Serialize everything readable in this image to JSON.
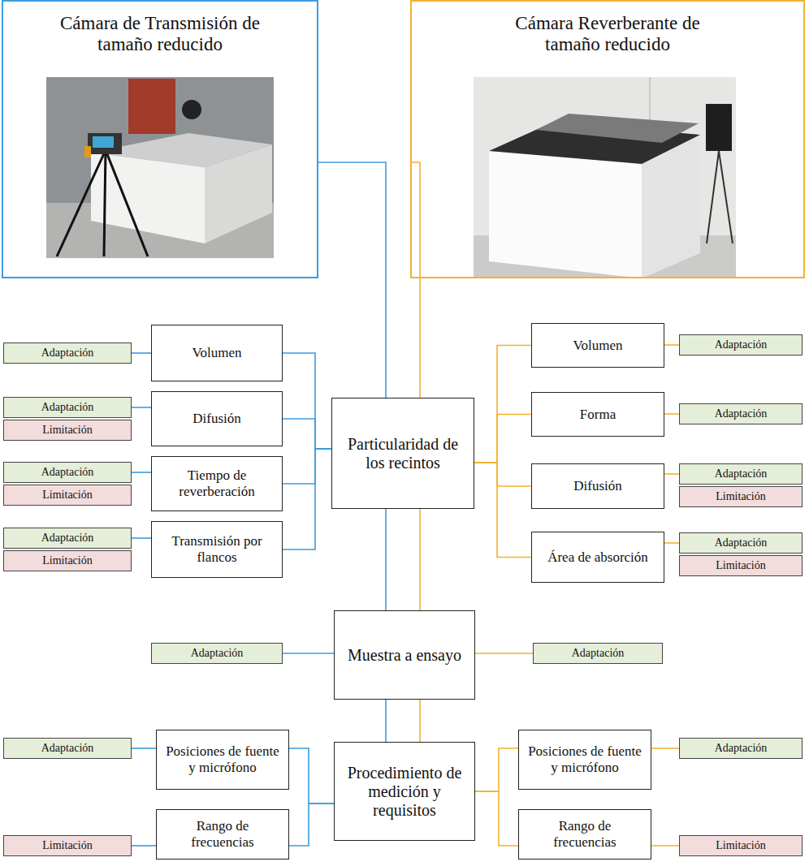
{
  "diagram": {
    "nodes": [
      {
        "text": [
          "Cámara de Transmisión de tamaño reducido"
        ]
      },
      {
        "text": [
          "Cámara Reverberante de tamaño reducido"
        ]
      },
      {
        "text": [
          "Adaptación"
        ]
      },
      {
        "text": [
          "Volumen"
        ]
      },
      {
        "text": [
          "Volumen"
        ]
      },
      {
        "text": [
          "Adaptación"
        ]
      },
      {
        "text": [
          "Forma"
        ]
      },
      {
        "text": [
          "Adaptación"
        ]
      },
      {
        "text": [
          "Adaptación"
        ]
      },
      {
        "text": [
          "Limitación"
        ]
      },
      {
        "text": [
          "Difusión"
        ]
      },
      {
        "text": [
          "Particularidad de los recintos"
        ]
      },
      {
        "text": [
          "Difusión"
        ]
      },
      {
        "text": [
          "Adaptación"
        ]
      },
      {
        "text": [
          "Limitación"
        ]
      },
      {
        "text": [
          "Adaptación"
        ]
      },
      {
        "text": [
          "Limitación"
        ]
      },
      {
        "text": [
          "Tiempo de reverberación"
        ]
      },
      {
        "text": [
          "Área de absorción"
        ]
      },
      {
        "text": [
          "Adaptación"
        ]
      },
      {
        "text": [
          "Limitación"
        ]
      },
      {
        "text": [
          "Adaptación"
        ]
      },
      {
        "text": [
          "Limitación"
        ]
      },
      {
        "text": [
          "Transmisión por flancos"
        ]
      },
      {
        "text": [
          "Adaptación"
        ]
      },
      {
        "text": [
          "Muestra a ensayo"
        ]
      },
      {
        "text": [
          "Adaptación"
        ]
      },
      {
        "text": [
          "Adaptación"
        ]
      },
      {
        "text": [
          "Posiciones de fuente y micrófono"
        ]
      },
      {
        "text": [
          "Procedimiento de medición y requisitos"
        ]
      },
      {
        "text": [
          "Posiciones de fuente y micrófono"
        ]
      },
      {
        "text": [
          "Adaptación"
        ]
      },
      {
        "text": [
          "Limitación"
        ]
      },
      {
        "text": [
          "Rango de frecuencias"
        ]
      },
      {
        "text": [
          "Rango de frecuencias"
        ]
      },
      {
        "text": [
          "Limitación"
        ]
      }
    ],
    "edges": [
      {
        "from": 0,
        "to": 11,
        "arrow": "none"
      },
      {
        "from": 1,
        "to": 11,
        "arrow": "none"
      },
      {
        "from": 11,
        "to": 3,
        "arrow": "none"
      },
      {
        "from": 11,
        "to": 10,
        "arrow": "none"
      },
      {
        "from": 11,
        "to": 17,
        "arrow": "none"
      },
      {
        "from": 11,
        "to": 23,
        "arrow": "none"
      },
      {
        "from": 11,
        "to": 4,
        "arrow": "none"
      },
      {
        "from": 11,
        "to": 6,
        "arrow": "none"
      },
      {
        "from": 11,
        "to": 12,
        "arrow": "none"
      },
      {
        "from": 11,
        "to": 18,
        "arrow": "none"
      },
      {
        "from": 2,
        "to": 3,
        "arrow": "none"
      },
      {
        "from": 8,
        "to": 10,
        "arrow": "none"
      },
      {
        "from": 15,
        "to": 17,
        "arrow": "none"
      },
      {
        "from": 21,
        "to": 23,
        "arrow": "none"
      },
      {
        "from": 5,
        "to": 4,
        "arrow": "none"
      },
      {
        "from": 7,
        "to": 6,
        "arrow": "none"
      },
      {
        "from": 13,
        "to": 12,
        "arrow": "none"
      },
      {
        "from": 19,
        "to": 18,
        "arrow": "none"
      },
      {
        "from": 11,
        "to": 25,
        "arrow": "none"
      },
      {
        "from": 11,
        "to": 25,
        "arrow": "none"
      },
      {
        "from": 24,
        "to": 25,
        "arrow": "none"
      },
      {
        "from": 26,
        "to": 25,
        "arrow": "none"
      },
      {
        "from": 25,
        "to": 29,
        "arrow": "none"
      },
      {
        "from": 25,
        "to": 29,
        "arrow": "none"
      },
      {
        "from": 29,
        "to": 28,
        "arrow": "none"
      },
      {
        "from": 29,
        "to": 33,
        "arrow": "none"
      },
      {
        "from": 29,
        "to": 30,
        "arrow": "none"
      },
      {
        "from": 29,
        "to": 34,
        "arrow": "none"
      },
      {
        "from": 27,
        "to": 28,
        "arrow": "none"
      },
      {
        "from": 32,
        "to": 33,
        "arrow": "none"
      },
      {
        "from": 31,
        "to": 30,
        "arrow": "none"
      },
      {
        "from": 35,
        "to": 34,
        "arrow": "none"
      }
    ]
  }
}
